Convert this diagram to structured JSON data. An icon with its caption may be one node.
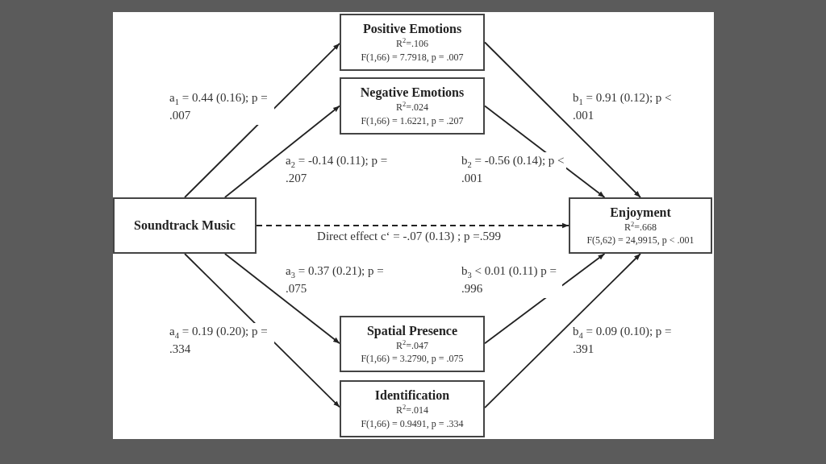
{
  "diagram": {
    "nodes": [
      {
        "text": [
          "Soundtrack Music"
        ]
      },
      {
        "text": [
          "Positive Emotions",
          "R$^{2}$=.106",
          "F(1,66) = 7.7918, p = .007"
        ]
      },
      {
        "text": [
          "Negative Emotions",
          "R$^{2}$=.024",
          "F(1,66) = 1.6221, p = .207"
        ]
      },
      {
        "text": [
          "Enjoyment",
          "R$^{2}$=.668",
          "F(5,62) = 24,9915, p < .001"
        ]
      },
      {
        "text": [
          "Spatial Presence",
          "R$^{2}$=.047",
          "F(1,66) = 3.2790, p = .075"
        ]
      },
      {
        "text": [
          "Identification",
          "R$^{2}$=.014",
          "F(1,66) = 0.9491, p = .334"
        ]
      }
    ],
    "edges": [
      {
        "from": 0,
        "to": 1,
        "arrow": "to",
        "label": "a$_{1}$ = 0.44 (0.16); p = .007"
      },
      {
        "from": 0,
        "to": 2,
        "arrow": "to",
        "label": "a$_{2}$ = -0.14 (0.11); p = .207"
      },
      {
        "from": 1,
        "to": 3,
        "arrow": "to",
        "label": "b$_{1}$ = 0.91 (0.12); p < .001"
      },
      {
        "from": 2,
        "to": 3,
        "arrow": "to",
        "label": "b$_{2}$ = -0.56 (0.14); p < .001"
      },
      {
        "from": 0,
        "to": 3,
        "arrow": "to",
        "style": "dashed",
        "label": "Direct effect c‘ = -.07 (0.13) ; p =.599"
      },
      {
        "from": 0,
        "to": 4,
        "arrow": "to",
        "label": "a$_{3}$ = 0.37 (0.21); p = .075"
      },
      {
        "from": 0,
        "to": 5,
        "arrow": "to",
        "label": "a$_{4}$ = 0.19 (0.20); p = .334"
      },
      {
        "from": 4,
        "to": 3,
        "arrow": "to",
        "label": "b$_{3}$ < 0.01 (0.11) p = .996"
      },
      {
        "from": 5,
        "to": 3,
        "arrow": "to",
        "label": "b$_{4}$ = 0.09 (0.10); p = .391"
      }
    ]
  }
}
